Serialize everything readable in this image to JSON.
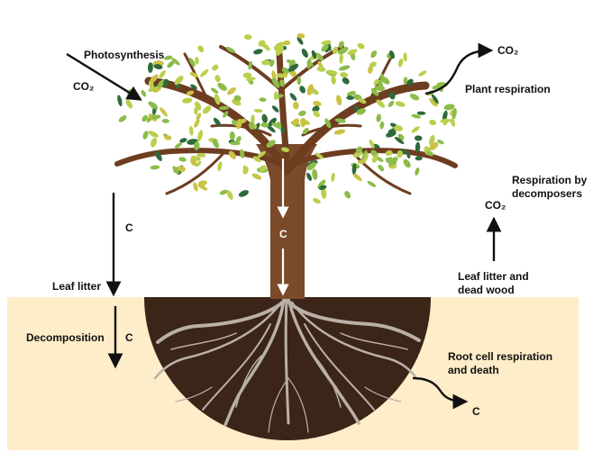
{
  "labels": {
    "photosynthesis": "Photosynthesis",
    "co2_in": "CO₂",
    "plant_respiration": "Plant respiration",
    "co2_plant_out": "CO₂",
    "respiration_by_decomposers_line1": "Respiration by",
    "respiration_by_decomposers_line2": "decomposers",
    "co2_decomposers": "CO₂",
    "leaf_litter_dead_wood_line1": "Leaf litter and",
    "leaf_litter_dead_wood_line2": "dead wood",
    "c_leaf_fall": "C",
    "leaf_litter": "Leaf litter",
    "decomposition": "Decomposition",
    "c_decomposition": "C",
    "c_trunk": "C",
    "root_cell_line1": "Root cell respiration",
    "root_cell_line2": "and death",
    "c_root_out": "C"
  },
  "colors": {
    "soil": "#fdedc8",
    "soil_dark": "#3b2418",
    "roots": "#b9b0a6",
    "trunk": "#7b4a2a",
    "branches": "#6e3d20",
    "leaf_green": "#8cbc4a",
    "leaf_light": "#b9cf4d",
    "leaf_dark": "#2f6a3a",
    "leaf_yellow": "#c9c243",
    "arrow": "#111111",
    "trunk_arrow": "#ffffff"
  }
}
